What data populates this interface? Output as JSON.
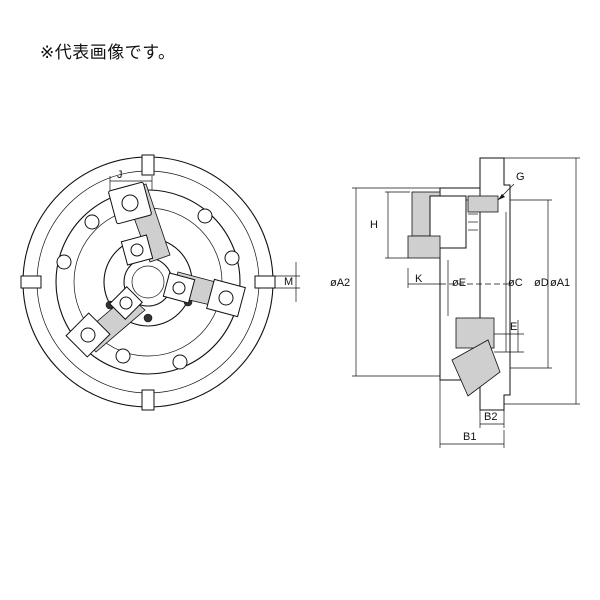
{
  "note": "※代表画像です。",
  "labels": {
    "J": "J",
    "M": "M",
    "G": "G",
    "H": "H",
    "K": "K",
    "phiE": "øE",
    "phiC": "øC",
    "phiD": "øD",
    "phiA1": "øA1",
    "phiA2": "øA2",
    "E": "E",
    "B1": "B1",
    "B2": "B2"
  }
}
